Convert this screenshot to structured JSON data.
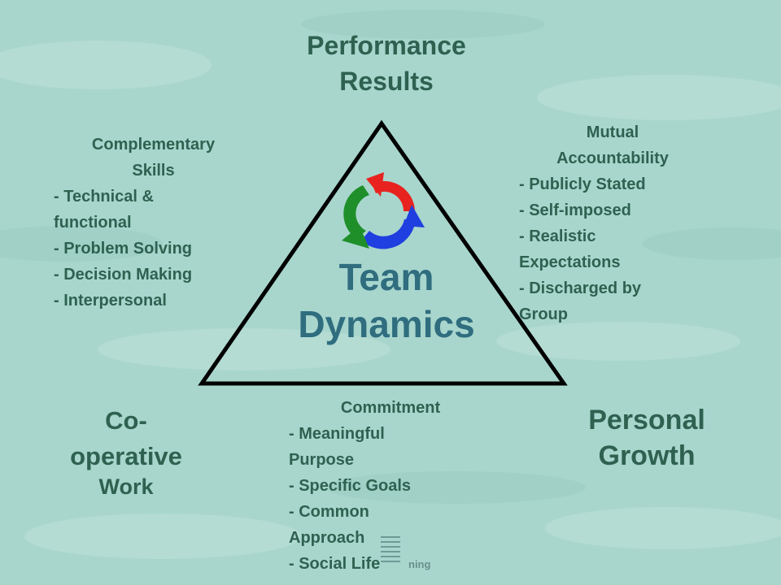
{
  "diagram": {
    "top_label": [
      "Performance",
      "Results"
    ],
    "right_label": [
      "Personal",
      "Growth"
    ],
    "left_label": {
      "line1": "Co-",
      "line2": "operative",
      "line3": "Work"
    },
    "center_label": [
      "Team",
      "Dynamics"
    ],
    "skills": {
      "heading": [
        "Complementary",
        "Skills"
      ],
      "items": [
        "- Technical &",
        "functional",
        "- Problem Solving",
        "- Decision Making",
        "- Interpersonal"
      ]
    },
    "accountability": {
      "heading": [
        "Mutual",
        "Accountability"
      ],
      "items": [
        "- Publicly Stated",
        "- Self-imposed",
        "- Realistic",
        "Expectations",
        "- Discharged by",
        "Group"
      ]
    },
    "commitment": {
      "heading": [
        "Commitment"
      ],
      "items": [
        "- Meaningful",
        "Purpose",
        "- Specific Goals",
        "- Common",
        "Approach",
        "- Social Life"
      ]
    },
    "logo_text": "ning"
  },
  "colors": {
    "background": "#a8d6cd",
    "text": "#2f6150",
    "center_text": "#2f6d7f",
    "arrow_red": "#e8231f",
    "arrow_blue": "#1f3fe0",
    "arrow_green": "#1f8f2a"
  },
  "icons": [
    "cycle-arrows-icon",
    "logo-icon"
  ]
}
